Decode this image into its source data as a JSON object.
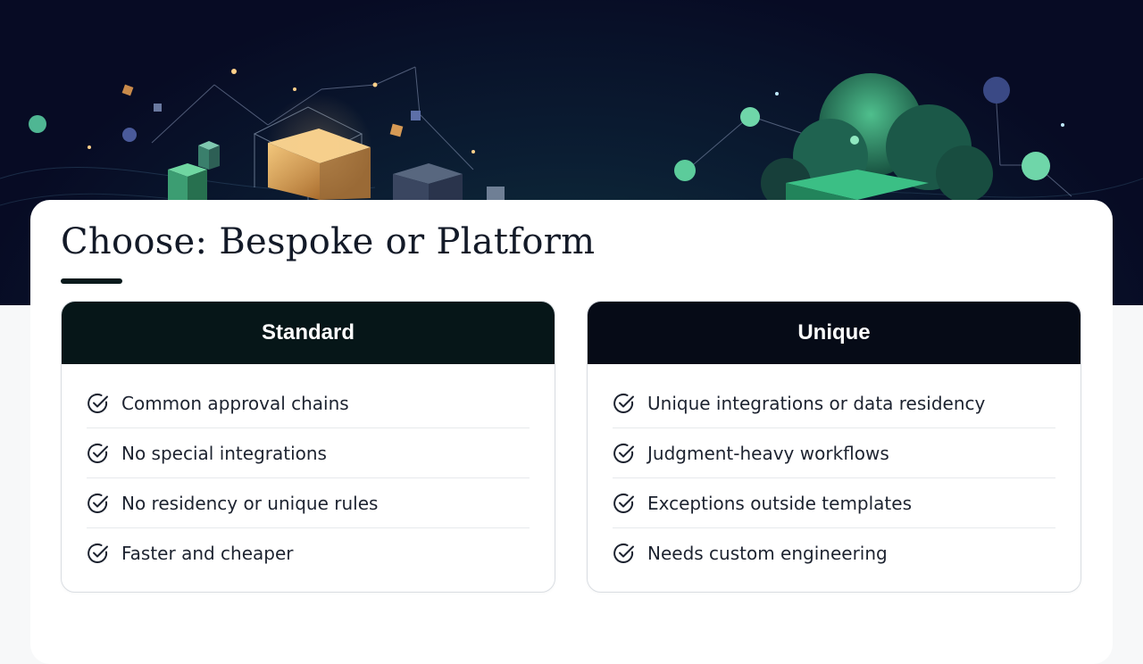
{
  "hero": {
    "icon": "abstract-network-illustration"
  },
  "title": "Choose: Bespoke or Platform",
  "colors": {
    "accent": "#0a1a1c",
    "standard_header": "#061618",
    "unique_header": "#060b17"
  },
  "panels": [
    {
      "heading": "Standard",
      "icon": "check-circle-icon",
      "items": [
        "Common approval chains",
        "No special integrations",
        "No residency or unique rules",
        "Faster and cheaper"
      ]
    },
    {
      "heading": "Unique",
      "icon": "check-circle-icon",
      "items": [
        "Unique integrations or data residency",
        "Judgment-heavy workflows",
        "Exceptions outside templates",
        "Needs custom engineering"
      ]
    }
  ]
}
